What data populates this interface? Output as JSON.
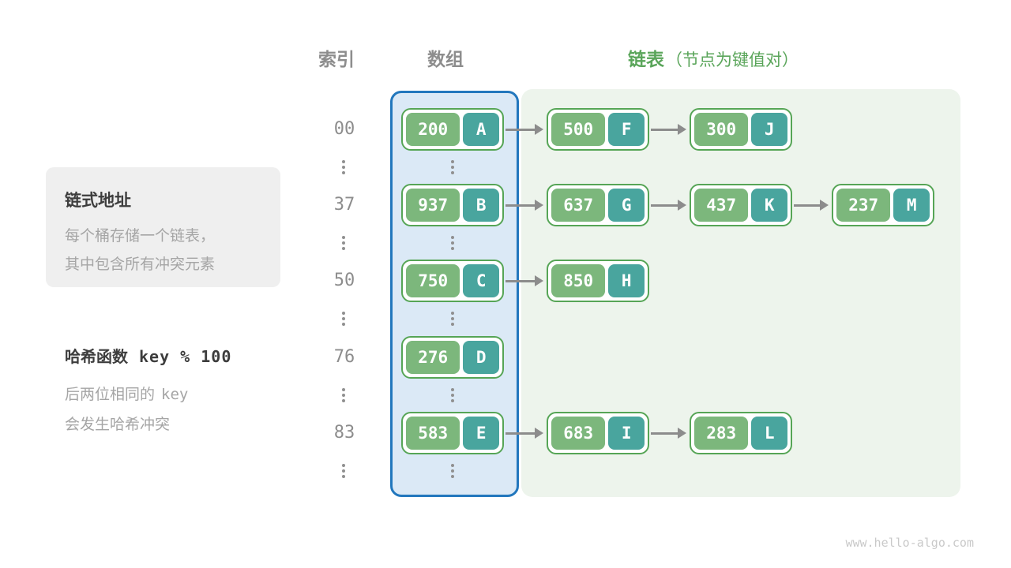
{
  "headers": {
    "index": "索引",
    "array": "数组",
    "list": "链表",
    "list_note": "（节点为键值对）"
  },
  "callout": {
    "title": "链式地址",
    "line1": "每个桶存储一个链表，",
    "line2": "其中包含所有冲突元素"
  },
  "hash_note": {
    "title_cn": "哈希函数",
    "title_code": "key % 100",
    "line1_cn": "后两位相同的",
    "line1_code": "key",
    "line2": "会发生哈希冲突"
  },
  "rows": [
    {
      "index": "00",
      "nodes": [
        {
          "key": "200",
          "value": "A"
        },
        {
          "key": "500",
          "value": "F"
        },
        {
          "key": "300",
          "value": "J"
        }
      ]
    },
    {
      "index": "37",
      "nodes": [
        {
          "key": "937",
          "value": "B"
        },
        {
          "key": "637",
          "value": "G"
        },
        {
          "key": "437",
          "value": "K"
        },
        {
          "key": "237",
          "value": "M"
        }
      ]
    },
    {
      "index": "50",
      "nodes": [
        {
          "key": "750",
          "value": "C"
        },
        {
          "key": "850",
          "value": "H"
        }
      ]
    },
    {
      "index": "76",
      "nodes": [
        {
          "key": "276",
          "value": "D"
        }
      ]
    },
    {
      "index": "83",
      "nodes": [
        {
          "key": "583",
          "value": "E"
        },
        {
          "key": "683",
          "value": "I"
        },
        {
          "key": "283",
          "value": "L"
        }
      ]
    }
  ],
  "colors": {
    "key_green": "#7cb77c",
    "value_teal": "#49a59e",
    "node_border": "#56a556",
    "array_fill": "#dbe9f6",
    "array_border": "#2277bd",
    "list_fill": "#edf4ec",
    "arrow_gray": "#8c8c8c",
    "header_green": "#5aa55a",
    "header_gray": "#8d8d8d"
  },
  "watermark": "www.hello-algo.com"
}
